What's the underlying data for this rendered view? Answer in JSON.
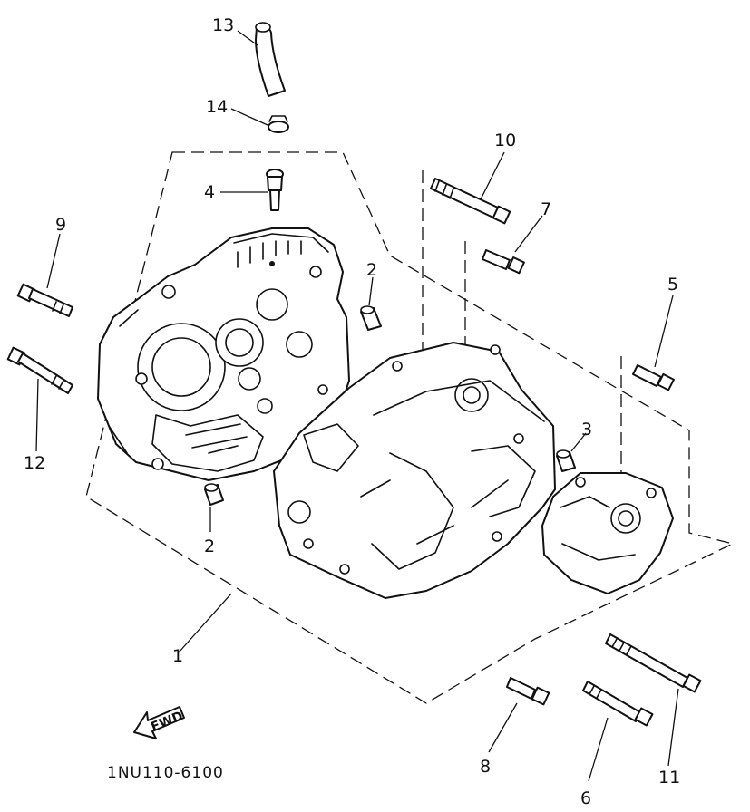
{
  "callouts": {
    "c1": "1",
    "c2a": "2",
    "c2b": "2",
    "c3": "3",
    "c4": "4",
    "c5": "5",
    "c6": "6",
    "c7": "7",
    "c8": "8",
    "c9": "9",
    "c10": "10",
    "c11": "11",
    "c12": "12",
    "c13": "13",
    "c14": "14"
  },
  "fwd_label": "FWD",
  "diagram_code": "1NU110-6100",
  "colors": {
    "ink": "#111111",
    "paper": "#ffffff"
  }
}
